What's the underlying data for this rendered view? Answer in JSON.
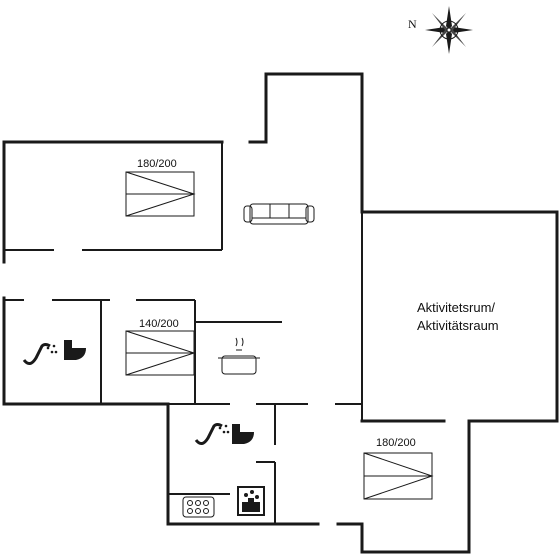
{
  "compass": {
    "north_label": "N",
    "icon": "compass-rose-icon"
  },
  "rooms": {
    "activity": {
      "line1": "Aktivitetsrum/",
      "line2": "Aktivitätsraum"
    }
  },
  "beds": {
    "top_left": "180/200",
    "middle": "140/200",
    "bottom_right": "180/200"
  },
  "icons": [
    "sofa-icon",
    "pot-icon",
    "shower-icon",
    "toilet-icon",
    "stove-icon",
    "sauna-icon"
  ]
}
